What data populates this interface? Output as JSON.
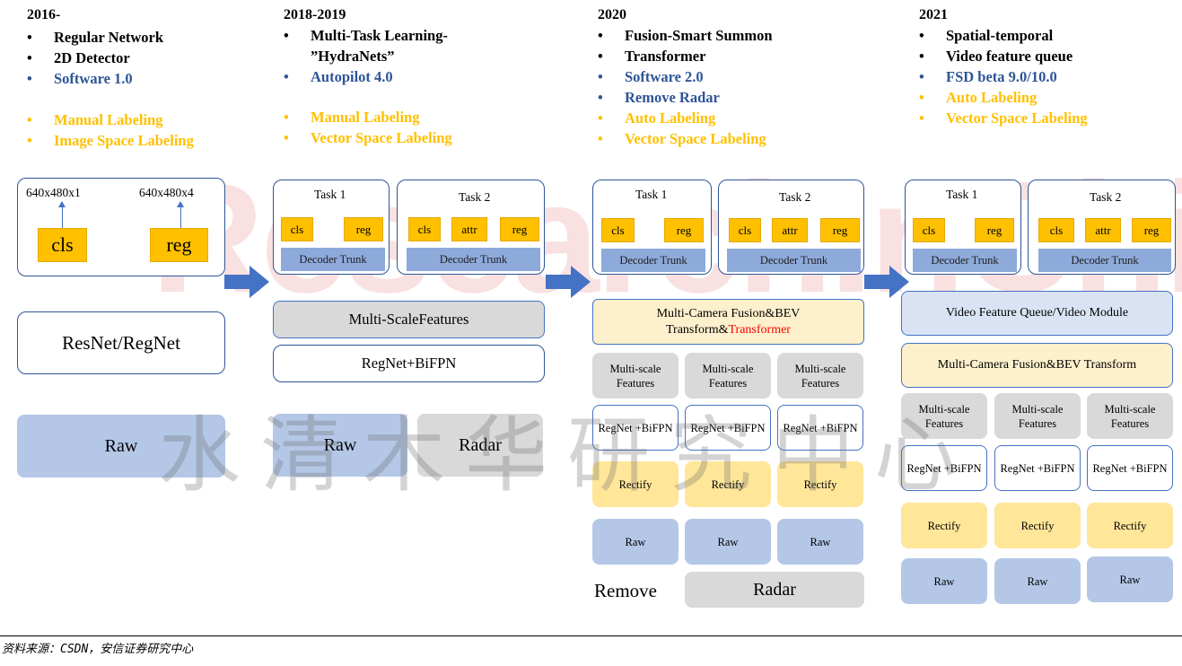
{
  "columns": [
    {
      "year": "2016-",
      "bullets": [
        {
          "text": "Regular Network",
          "color": "#000000"
        },
        {
          "text": "2D Detector",
          "color": "#000000"
        },
        {
          "text": "Software 1.0",
          "color": "#2f5597"
        },
        {
          "text": "Manual Labeling",
          "color": "#ffc000"
        },
        {
          "text": "Image Space Labeling",
          "color": "#ffc000"
        }
      ],
      "head_dims": [
        "640x480x1",
        "640x480x4"
      ],
      "head_outputs": [
        "cls",
        "reg"
      ],
      "backbone": "ResNet/RegNet",
      "inputs": [
        "Raw"
      ]
    },
    {
      "year": "2018-2019",
      "bullets": [
        {
          "text": "Multi-Task Learning-",
          "color": "#000000"
        },
        {
          "text": "”HydraNets”",
          "color": "#000000"
        },
        {
          "text": "Autopilot 4.0",
          "color": "#2f5597"
        },
        {
          "text": "Manual Labeling",
          "color": "#ffc000"
        },
        {
          "text": "Vector Space Labeling",
          "color": "#ffc000"
        }
      ],
      "tasks": [
        {
          "title": "Task 1",
          "outputs": [
            "cls",
            "reg"
          ],
          "decoder": "Decoder Trunk"
        },
        {
          "title": "Task 2",
          "outputs": [
            "cls",
            "attr",
            "reg"
          ],
          "decoder": "Decoder Trunk"
        }
      ],
      "features": "Multi-ScaleFeatures",
      "backbone": "RegNet+BiFPN",
      "inputs": [
        "Raw",
        "Radar"
      ]
    },
    {
      "year": "2020",
      "bullets": [
        {
          "text": "Fusion-Smart Summon",
          "color": "#000000"
        },
        {
          "text": "Transformer",
          "color": "#000000"
        },
        {
          "text": "Software 2.0",
          "color": "#2f5597"
        },
        {
          "text": "Remove Radar",
          "color": "#2f5597"
        },
        {
          "text": "Auto Labeling",
          "color": "#ffc000"
        },
        {
          "text": "Vector Space Labeling",
          "color": "#ffc000"
        }
      ],
      "tasks": [
        {
          "title": "Task 1",
          "outputs": [
            "cls",
            "reg"
          ],
          "decoder": "Decoder Trunk"
        },
        {
          "title": "Task 2",
          "outputs": [
            "cls",
            "attr",
            "reg"
          ],
          "decoder": "Decoder Trunk"
        }
      ],
      "fusion_line1": "Multi-Camera Fusion&BEV",
      "fusion_line2a": "Transform&",
      "fusion_line2b": "Transformer",
      "features": "Multi-scale Features",
      "backbone": "RegNet +BiFPN",
      "rectify": "Rectify",
      "raw": "Raw",
      "remove_label": "Remove",
      "radar": "Radar"
    },
    {
      "year": "2021",
      "bullets": [
        {
          "text": "Spatial-temporal",
          "color": "#000000"
        },
        {
          "text": "Video feature queue",
          "color": "#000000"
        },
        {
          "text": "FSD beta 9.0/10.0",
          "color": "#2f5597"
        },
        {
          "text": "Auto Labeling",
          "color": "#ffc000"
        },
        {
          "text": "Vector Space Labeling",
          "color": "#ffc000"
        }
      ],
      "tasks": [
        {
          "title": "Task 1",
          "outputs": [
            "cls",
            "reg"
          ],
          "decoder": "Decoder Trunk"
        },
        {
          "title": "Task 2",
          "outputs": [
            "cls",
            "attr",
            "reg"
          ],
          "decoder": "Decoder Trunk"
        }
      ],
      "video_module": "Video Feature Queue/Video Module",
      "fusion": "Multi-Camera Fusion&BEV Transform",
      "features": "Multi-scale Features",
      "backbone": "RegNet +BiFPN",
      "rectify": "Rectify",
      "raw": "Raw"
    }
  ],
  "bullet_glyph": "•",
  "watermark": "ResearchInChina",
  "watermark_cn": "水清木华研究中心",
  "source": "资料来源：CSDN，安信证券研究中心"
}
